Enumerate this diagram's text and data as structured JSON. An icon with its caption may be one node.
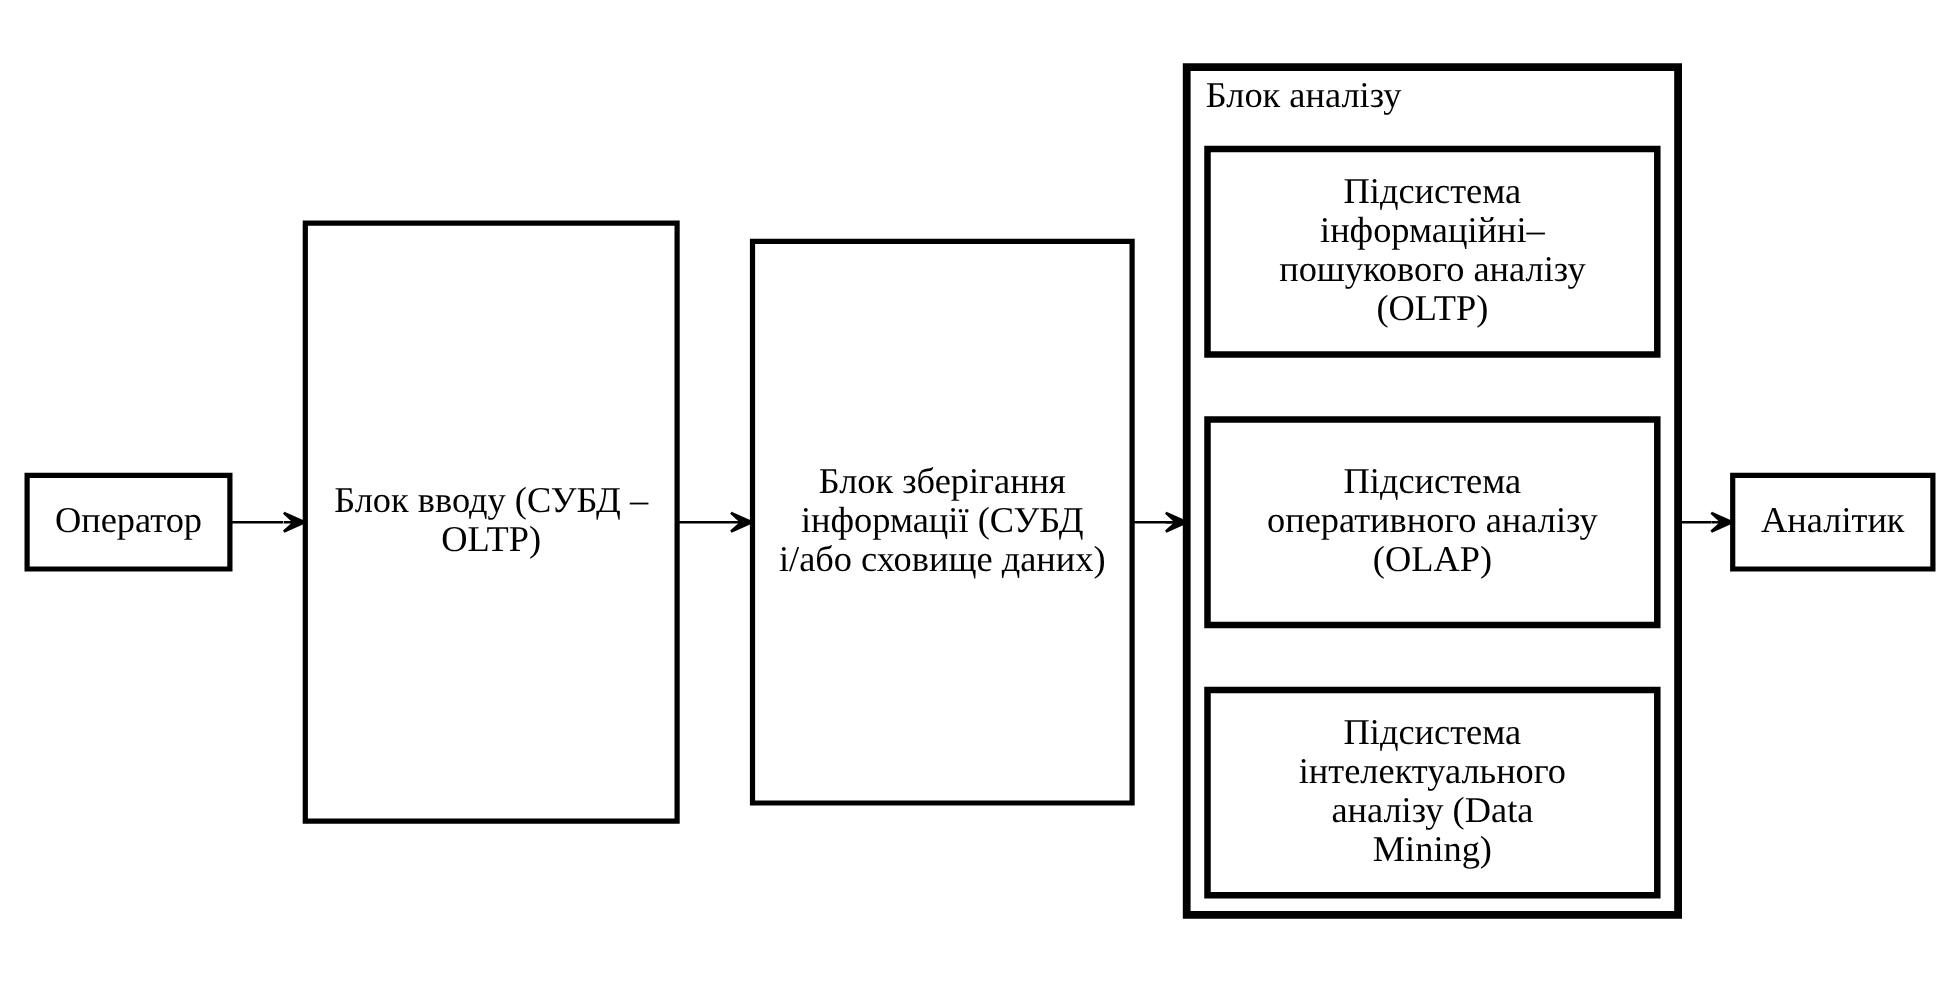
{
  "diagram": {
    "nodes": [
      {
        "text": [
          "Оператор"
        ]
      },
      {
        "text": [
          "Блок вводу (СУБД – OLTP)"
        ]
      },
      {
        "text": [
          "Блок зберігання інформації (СУБД і/або сховище даних)"
        ]
      },
      {
        "text": [
          "Блок аналізу"
        ]
      },
      {
        "text": [
          "Підсистема інформаційні– пошукового аналізу (OLTP)"
        ],
        "in": 3
      },
      {
        "text": [
          "Підсистема оперативного аналізу (OLAP)"
        ],
        "in": 3
      },
      {
        "text": [
          "Підсистема інтелектуального аналізу (Data Mining)"
        ],
        "in": 3
      },
      {
        "text": [
          "Аналітик"
        ]
      }
    ],
    "edges": [
      {
        "from": 0,
        "to": 1,
        "arrow": "to"
      },
      {
        "from": 1,
        "to": 2,
        "arrow": "to"
      },
      {
        "from": 2,
        "to": 3,
        "arrow": "to"
      },
      {
        "from": 3,
        "to": 7,
        "arrow": "to"
      }
    ]
  }
}
